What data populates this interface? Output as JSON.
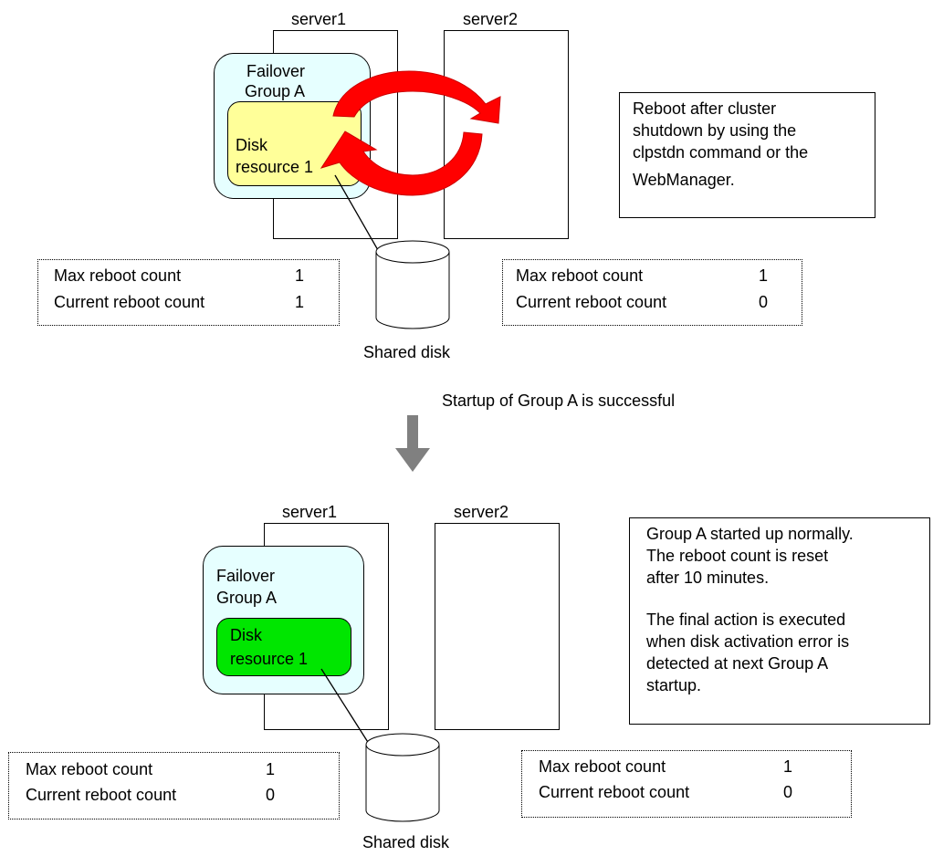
{
  "colors": {
    "group_fill": "#e6ffff",
    "disk_resource_top": "#ffff99",
    "disk_resource_bottom": "#00e600",
    "failover_arrow": "#ff0000",
    "transition_arrow": "#808080"
  },
  "top": {
    "server1_label": "server1",
    "server2_label": "server2",
    "group_label_line1": "Failover",
    "group_label_line2": "Group A",
    "resource_label_line1": "Disk",
    "resource_label_line2": "resource 1",
    "shared_disk_label": "Shared disk",
    "note_lines": [
      "Reboot after cluster",
      "shutdown by using the",
      "clpstdn command or the",
      "WebManager."
    ],
    "server1_counter": {
      "max_label": "Max reboot count",
      "max_value": "1",
      "current_label": "Current reboot count",
      "current_value": "1"
    },
    "server2_counter": {
      "max_label": "Max reboot count",
      "max_value": "1",
      "current_label": "Current reboot count",
      "current_value": "0"
    }
  },
  "transition_label": "Startup of Group A is successful",
  "bottom": {
    "server1_label": "server1",
    "server2_label": "server2",
    "group_label_line1": "Failover",
    "group_label_line2": "Group A",
    "resource_label_line1": "Disk",
    "resource_label_line2": "resource 1",
    "shared_disk_label": "Shared disk",
    "note_lines": [
      "Group A started up normally.",
      "The reboot count is reset",
      "after 10 minutes.",
      "",
      "The final action is executed",
      "when disk activation error is",
      "detected at next Group A",
      "startup."
    ],
    "server1_counter": {
      "max_label": "Max reboot count",
      "max_value": "1",
      "current_label": "Current reboot count",
      "current_value": "0"
    },
    "server2_counter": {
      "max_label": "Max reboot count",
      "max_value": "1",
      "current_label": "Current reboot count",
      "current_value": "0"
    }
  }
}
